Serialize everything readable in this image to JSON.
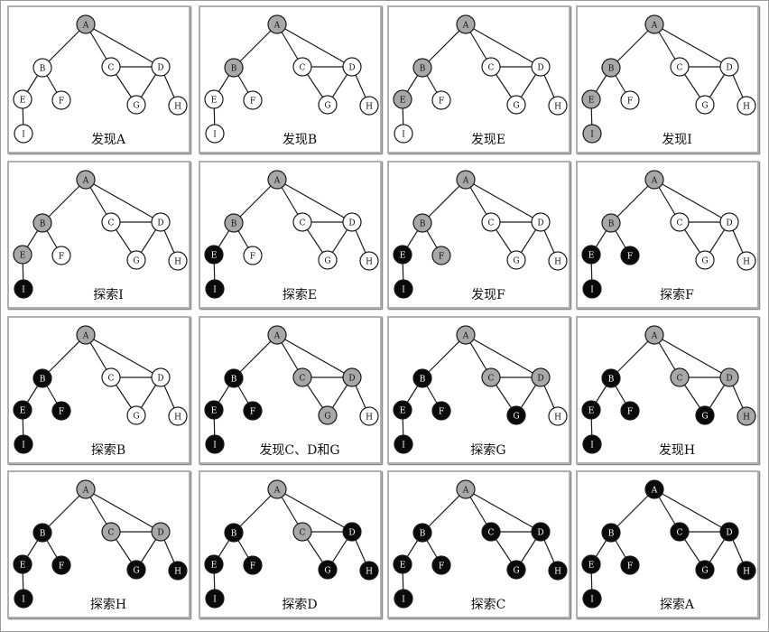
{
  "colors": {
    "white": "#ffffff",
    "gray": "#a8a8a8",
    "black": "#0a0a0a",
    "edge": "#1a1a1a",
    "border": "#b0b0b0"
  },
  "nodes": [
    "A",
    "B",
    "C",
    "D",
    "E",
    "F",
    "G",
    "H",
    "I"
  ],
  "edges": [
    [
      "A",
      "B"
    ],
    [
      "A",
      "C"
    ],
    [
      "A",
      "D"
    ],
    [
      "B",
      "E"
    ],
    [
      "B",
      "F"
    ],
    [
      "C",
      "D"
    ],
    [
      "C",
      "G"
    ],
    [
      "D",
      "G"
    ],
    [
      "D",
      "H"
    ],
    [
      "E",
      "I"
    ]
  ],
  "panels": [
    {
      "caption": "发现A",
      "states": {
        "A": "gray",
        "B": "white",
        "C": "white",
        "D": "white",
        "E": "white",
        "F": "white",
        "G": "white",
        "H": "white",
        "I": "white"
      }
    },
    {
      "caption": "发现B",
      "states": {
        "A": "gray",
        "B": "gray",
        "C": "white",
        "D": "white",
        "E": "white",
        "F": "white",
        "G": "white",
        "H": "white",
        "I": "white"
      }
    },
    {
      "caption": "发现E",
      "states": {
        "A": "gray",
        "B": "gray",
        "C": "white",
        "D": "white",
        "E": "gray",
        "F": "white",
        "G": "white",
        "H": "white",
        "I": "white"
      }
    },
    {
      "caption": "发现I",
      "states": {
        "A": "gray",
        "B": "gray",
        "C": "white",
        "D": "white",
        "E": "gray",
        "F": "white",
        "G": "white",
        "H": "white",
        "I": "gray"
      }
    },
    {
      "caption": "探索I",
      "states": {
        "A": "gray",
        "B": "gray",
        "C": "white",
        "D": "white",
        "E": "gray",
        "F": "white",
        "G": "white",
        "H": "white",
        "I": "black"
      }
    },
    {
      "caption": "探索E",
      "states": {
        "A": "gray",
        "B": "gray",
        "C": "white",
        "D": "white",
        "E": "black",
        "F": "white",
        "G": "white",
        "H": "white",
        "I": "black"
      }
    },
    {
      "caption": "发现F",
      "states": {
        "A": "gray",
        "B": "gray",
        "C": "white",
        "D": "white",
        "E": "black",
        "F": "gray",
        "G": "white",
        "H": "white",
        "I": "black"
      }
    },
    {
      "caption": "探索F",
      "states": {
        "A": "gray",
        "B": "gray",
        "C": "white",
        "D": "white",
        "E": "black",
        "F": "black",
        "G": "white",
        "H": "white",
        "I": "black"
      }
    },
    {
      "caption": "探索B",
      "states": {
        "A": "gray",
        "B": "black",
        "C": "white",
        "D": "white",
        "E": "black",
        "F": "black",
        "G": "white",
        "H": "white",
        "I": "black"
      }
    },
    {
      "caption": "发现C、D和G",
      "states": {
        "A": "gray",
        "B": "black",
        "C": "gray",
        "D": "gray",
        "E": "black",
        "F": "black",
        "G": "gray",
        "H": "white",
        "I": "black"
      }
    },
    {
      "caption": "探索G",
      "states": {
        "A": "gray",
        "B": "black",
        "C": "gray",
        "D": "gray",
        "E": "black",
        "F": "black",
        "G": "black",
        "H": "white",
        "I": "black"
      }
    },
    {
      "caption": "发现H",
      "states": {
        "A": "gray",
        "B": "black",
        "C": "gray",
        "D": "gray",
        "E": "black",
        "F": "black",
        "G": "black",
        "H": "gray",
        "I": "black"
      }
    },
    {
      "caption": "探索H",
      "states": {
        "A": "gray",
        "B": "black",
        "C": "gray",
        "D": "gray",
        "E": "black",
        "F": "black",
        "G": "black",
        "H": "black",
        "I": "black"
      }
    },
    {
      "caption": "探索D",
      "states": {
        "A": "gray",
        "B": "black",
        "C": "gray",
        "D": "black",
        "E": "black",
        "F": "black",
        "G": "black",
        "H": "black",
        "I": "black"
      }
    },
    {
      "caption": "探索C",
      "states": {
        "A": "gray",
        "B": "black",
        "C": "black",
        "D": "black",
        "E": "black",
        "F": "black",
        "G": "black",
        "H": "black",
        "I": "black"
      }
    },
    {
      "caption": "探索A",
      "states": {
        "A": "black",
        "B": "black",
        "C": "black",
        "D": "black",
        "E": "black",
        "F": "black",
        "G": "black",
        "H": "black",
        "I": "black"
      }
    }
  ]
}
